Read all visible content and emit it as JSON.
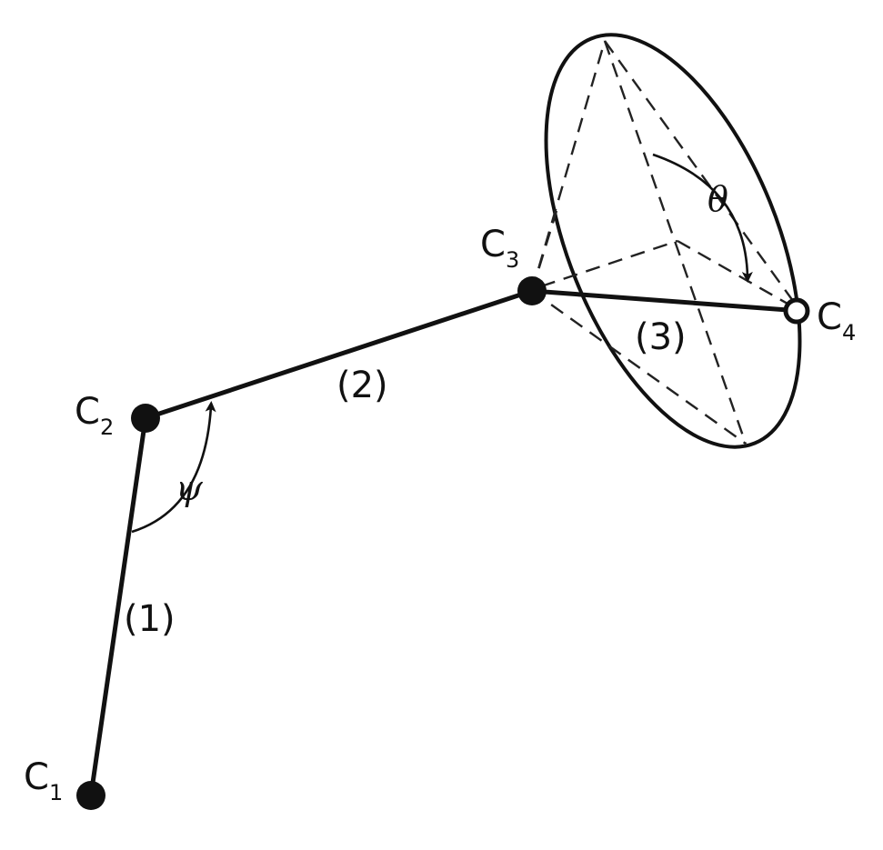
{
  "atoms": {
    "c1": {
      "main": "C",
      "sub": "1"
    },
    "c2": {
      "main": "C",
      "sub": "2"
    },
    "c3": {
      "main": "C",
      "sub": "3"
    },
    "c4": {
      "main": "C",
      "sub": "4"
    }
  },
  "bonds": {
    "bond1": "(1)",
    "bond2": "(2)",
    "bond3": "(3)"
  },
  "angles": {
    "psi": "ψ",
    "theta": "θ"
  }
}
